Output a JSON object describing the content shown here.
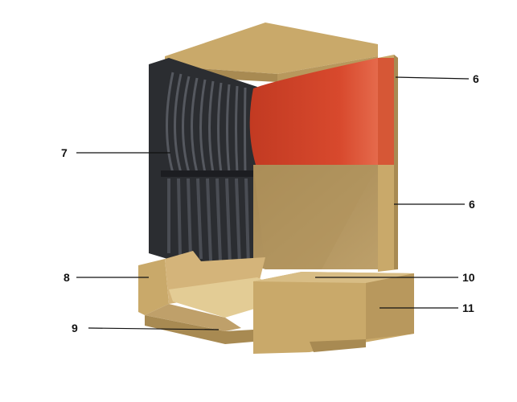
{
  "diagram": {
    "callouts": [
      {
        "id": "c6-top",
        "label": "6"
      },
      {
        "id": "c7",
        "label": "7"
      },
      {
        "id": "c6-mid",
        "label": "6"
      },
      {
        "id": "c8",
        "label": "8"
      },
      {
        "id": "c10",
        "label": "10"
      },
      {
        "id": "c11",
        "label": "11"
      },
      {
        "id": "c9",
        "label": "9"
      }
    ],
    "colors": {
      "sand": "#c9a96a",
      "sand_dark": "#a88a52",
      "sand_light": "#d8bd85",
      "black_grate": "#2b2d31",
      "red_zone": "#d8492d"
    }
  }
}
